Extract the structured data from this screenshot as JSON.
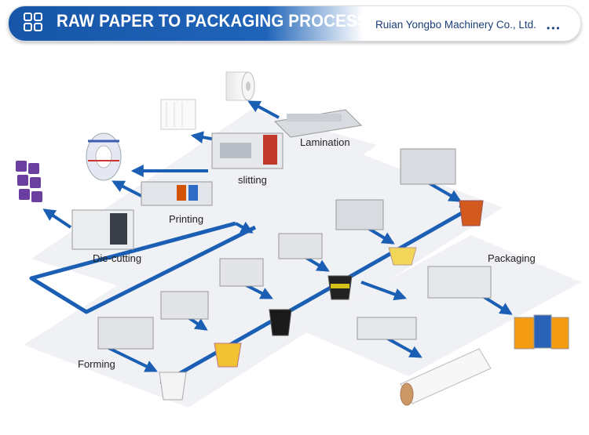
{
  "header": {
    "title": "RAW PAPER TO PACKAGING PROCESS",
    "company": "Ruian Yongbo Machinery Co., Ltd.",
    "menu_dots": "•••",
    "icon": "grid-icon"
  },
  "labels": {
    "lamination": "Lamination",
    "slitting": "slitting",
    "printing": "Printing",
    "die_cutting": "Die-cutting",
    "packaging": "Packaging",
    "forming": "Forming"
  },
  "colors": {
    "accent": "#1a5fb4",
    "arrow": "#1a5fb4",
    "platform": "#eef0f3"
  }
}
